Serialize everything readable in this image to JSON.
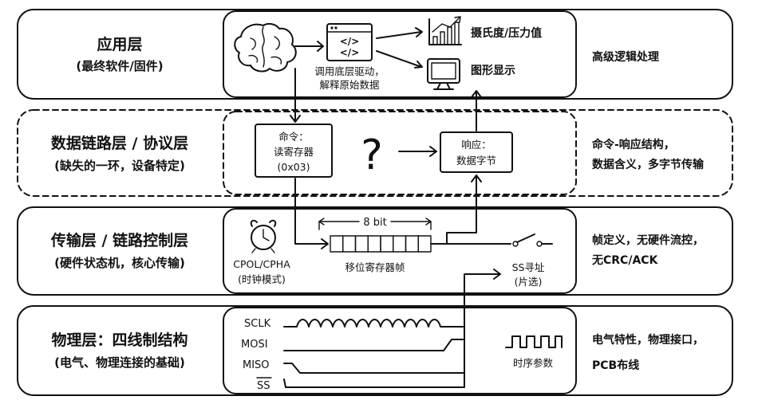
{
  "layers": [
    {
      "title": "应用层",
      "subtitle": "(最终软件/固件)",
      "description": "高级逻辑处理"
    },
    {
      "title": "数据链路层 / 协议层",
      "subtitle": "(缺失的一环，设备特定)",
      "description_lines": [
        "命令-响应结构，",
        "数据含义，多字节传输"
      ]
    },
    {
      "title": "传输层 / 链路控制层",
      "subtitle": "(硬件状态机，核心传输)",
      "description_lines": [
        "帧定义，无硬件流控，",
        "无CRC/ACK"
      ]
    },
    {
      "title": "物理层：四线制结构",
      "subtitle": "(电气、物理连接的基础)",
      "description_lines": [
        "电气特性，物理接口，",
        "PCB布线"
      ]
    }
  ],
  "app": {
    "outputs": [
      "摄氏度/压力值",
      "图形显示"
    ],
    "driver_caption": [
      "调用底层驱动，",
      "解释原始数据"
    ],
    "icons": [
      "brain-icon",
      "code-window-icon",
      "bar-chart-icon",
      "monitor-icon"
    ]
  },
  "protocol": {
    "command_box": [
      "命令：",
      "读寄存器",
      "(0x03)"
    ],
    "unknown_symbol": "?",
    "response_box": [
      "响应：",
      "数据字节"
    ]
  },
  "transport": {
    "clock_label": [
      "CPOL/CPHA",
      "(时钟模式)"
    ],
    "frame_width": "8 bit",
    "frame_cells": 8,
    "frame_caption": "移位寄存器帧",
    "ss_label": [
      "SS寻址",
      "(片选)"
    ],
    "icons": [
      "alarm-clock-icon",
      "switch-icon"
    ]
  },
  "physical": {
    "signals": [
      "SCLK",
      "MOSI",
      "MISO",
      "SS"
    ],
    "timing_caption": "时序参数"
  }
}
